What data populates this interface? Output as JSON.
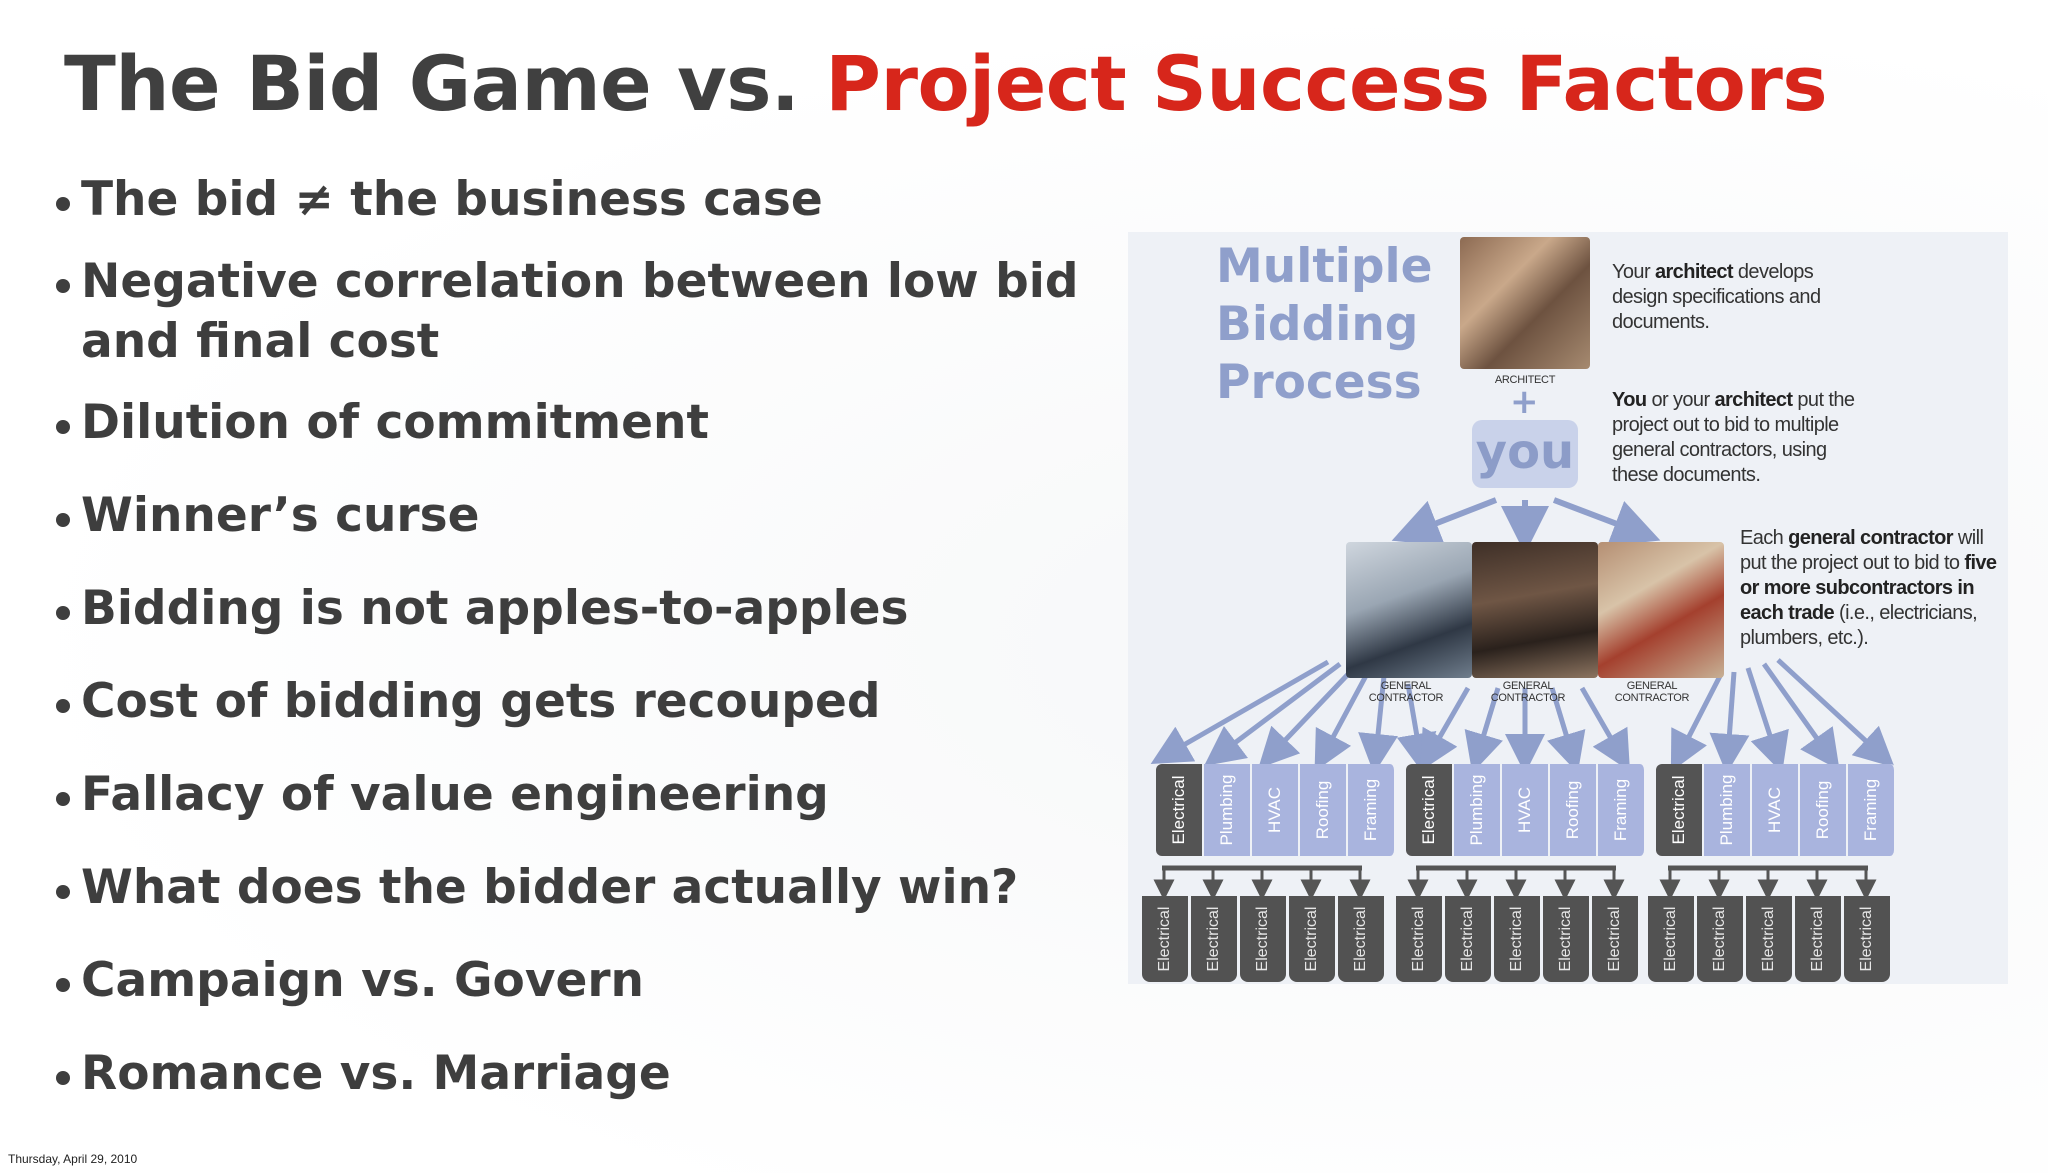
{
  "title": {
    "part1": "The Bid Game vs.",
    "part2": "Project Success Factors",
    "color_dark": "#404040",
    "color_red": "#d7261b"
  },
  "bullets": [
    "The bid ≠ the business case",
    "Negative correlation between low bid and final cost",
    "Dilution of commitment",
    "Winner’s curse",
    "Bidding is not apples-to-apples",
    "Cost of bidding gets recouped",
    "Fallacy of value engineering",
    "What does the bidder actually win?",
    "Campaign vs. Govern",
    "Romance vs. Marriage"
  ],
  "footer": {
    "date": "Thursday, April 29, 2010"
  },
  "diagram": {
    "title_lines": [
      "Multiple",
      "Bidding",
      "Process"
    ],
    "architect_caption": "ARCHITECT",
    "plus": "+",
    "you": "you",
    "gc_caption_line1": "GENERAL",
    "gc_caption_line2": "CONTRACTOR",
    "note1": {
      "t1": "Your ",
      "b1": "architect",
      "t2": " develops design specifications and documents."
    },
    "note2": {
      "b1": "You",
      "t1": " or your ",
      "b2": "architect",
      "t2": " put the project out to bid to multiple general contractors, using these documents."
    },
    "note3": {
      "t1": "Each ",
      "b1": "general contractor",
      "t2": " will put the project out to bid to ",
      "b2": "five or more subcontractors in each trade",
      "t3": " (i.e., electricians, plumbers, etc.)."
    },
    "trades": [
      "Electrical",
      "Plumbing",
      "HVAC",
      "Roofing",
      "Framing"
    ],
    "subcontractor_label": "Electrical",
    "accent_color": "#8f9fcb",
    "trade_color": "#a9b4de",
    "dark_color": "#545454"
  }
}
